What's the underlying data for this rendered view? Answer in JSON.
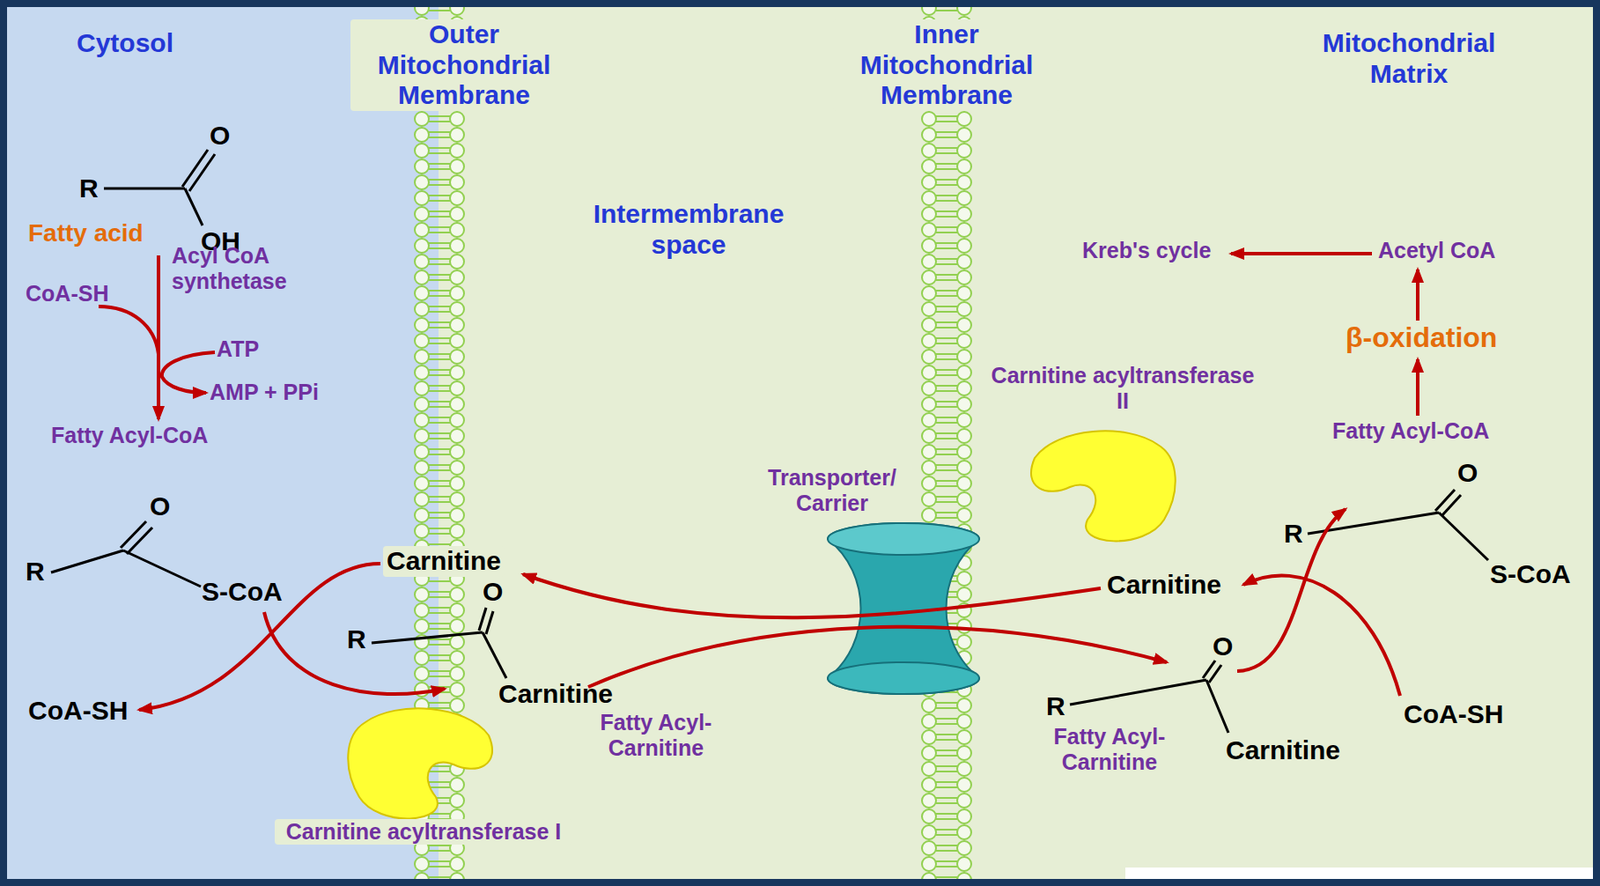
{
  "diagram": {
    "labels": [
      "Cytosol",
      "Outer Mitochondrial Membrane",
      "Inner Mitochondrial Membrane",
      "Mitochondrial Matrix",
      "Intermembrane space",
      "O",
      "R",
      "Fatty acid",
      "OH",
      "Acyl CoA synthetase",
      "CoA-SH",
      "ATP",
      "AMP + PPi",
      "Fatty Acyl-CoA",
      "O",
      "R",
      "S-CoA",
      "Carnitine",
      "O",
      "R",
      "CoA-SH",
      "Carnitine",
      "Fatty Acyl- Carnitine",
      "Carnitine acyltransferase I",
      "Transporter/ Carrier",
      "Carnitine acyltransferase II",
      "Kreb's cycle",
      "Acetyl CoA",
      "β-oxidation",
      "Fatty Acyl-CoA",
      "O",
      "R",
      "S-CoA",
      "Carnitine",
      "O",
      "R",
      "Fatty Acyl- Carnitine",
      "Carnitine",
      "CoA-SH"
    ]
  }
}
